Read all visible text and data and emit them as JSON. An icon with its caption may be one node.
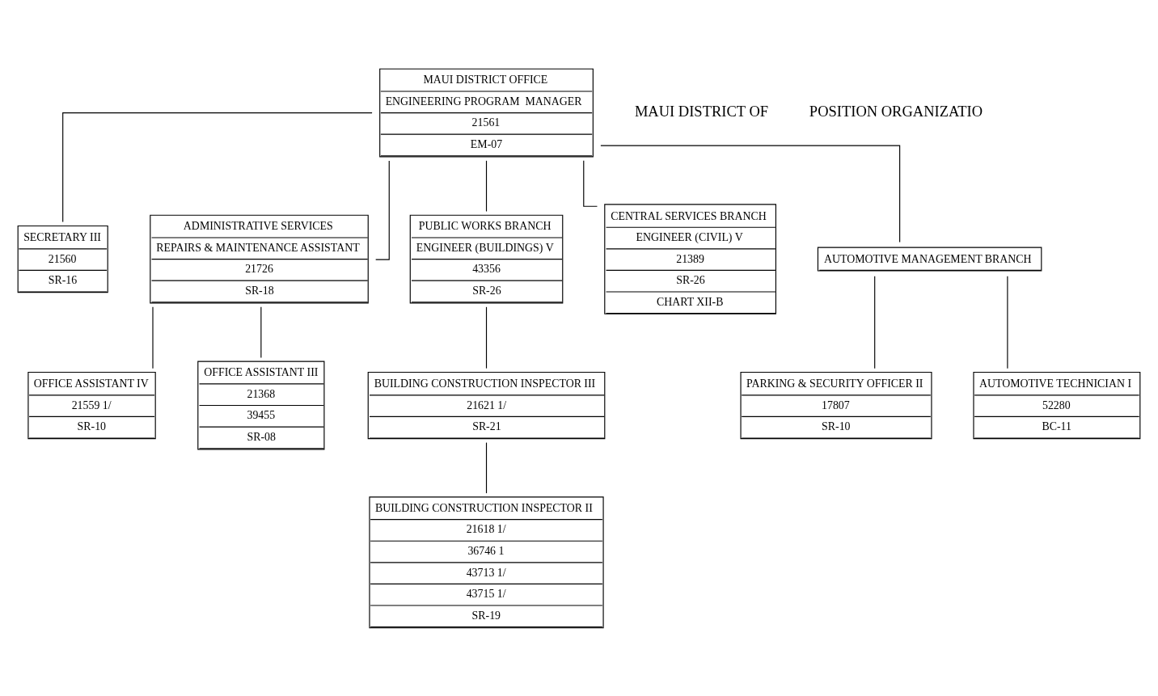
{
  "diagram": {
    "nodes": [
      {
        "text": [
          "MAUI DISTRICT OFFICE",
          "ENGINEERING PROGRAM  MANAGER",
          "21561",
          "EM-07"
        ]
      },
      {
        "text": [
          "SECRETARY III",
          "21560",
          "SR-16"
        ]
      },
      {
        "text": [
          "ADMINISTRATIVE SERVICES",
          "REPAIRS & MAINTENANCE ASSISTANT",
          "21726",
          "SR-18"
        ]
      },
      {
        "text": [
          "OFFICE ASSISTANT IV",
          "21559 1/",
          "SR-10"
        ]
      },
      {
        "text": [
          "OFFICE ASSISTANT III",
          "21368",
          "39455",
          "SR-08"
        ]
      },
      {
        "text": [
          "PUBLIC WORKS BRANCH",
          "ENGINEER (BUILDINGS) V",
          "43356",
          "SR-26"
        ]
      },
      {
        "text": [
          "CENTRAL SERVICES BRANCH",
          "ENGINEER (CIVIL) V",
          "21389",
          "SR-26",
          "CHART XII-B"
        ]
      },
      {
        "text": [
          "AUTOMOTIVE MANAGEMENT BRANCH"
        ]
      },
      {
        "text": [
          "BUILDING CONSTRUCTION INSPECTOR III",
          "21621 1/",
          "SR-21"
        ]
      },
      {
        "text": [
          "BUILDING CONSTRUCTION INSPECTOR II",
          "21618 1/",
          "36746 1",
          "43713 1/",
          "43715 1/",
          "SR-19"
        ]
      },
      {
        "text": [
          "PARKING & SECURITY OFFICER II",
          "17807",
          "SR-10"
        ]
      },
      {
        "text": [
          "AUTOMOTIVE TECHNICIAN I",
          "52280",
          "BC-11"
        ]
      }
    ],
    "edges": [
      {
        "from": 0,
        "to": 1,
        "arrow": "none"
      },
      {
        "from": 0,
        "to": 2,
        "arrow": "none"
      },
      {
        "from": 2,
        "to": 3,
        "arrow": "none"
      },
      {
        "from": 2,
        "to": 4,
        "arrow": "none"
      },
      {
        "from": 0,
        "to": 5,
        "arrow": "none"
      },
      {
        "from": 0,
        "to": 6,
        "arrow": "none"
      },
      {
        "from": 0,
        "to": 7,
        "arrow": "none"
      },
      {
        "from": 5,
        "to": 8,
        "arrow": "none"
      },
      {
        "from": 8,
        "to": 9,
        "arrow": "none"
      },
      {
        "from": 7,
        "to": 10,
        "arrow": "none"
      },
      {
        "from": 7,
        "to": 11,
        "arrow": "none"
      }
    ],
    "labels": [
      "MAUI DISTRICT OF",
      "POSITION ORGANIZATIO"
    ]
  }
}
